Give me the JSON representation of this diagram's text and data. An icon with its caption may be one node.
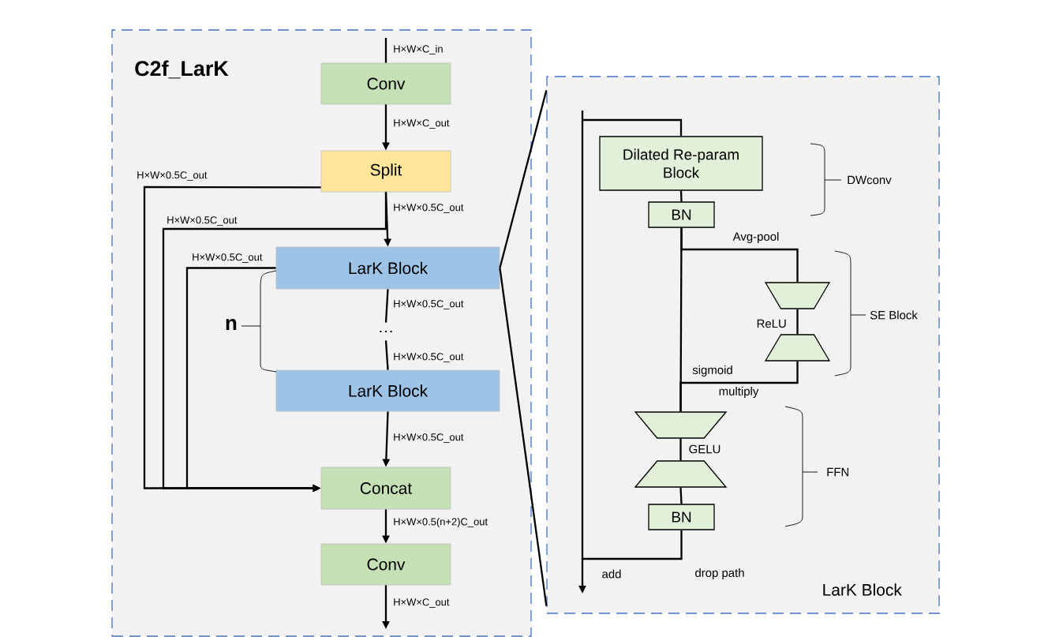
{
  "diagram": {
    "nodes": [
      {
        "text": [
          "C2f_LarK"
        ]
      },
      {
        "text": [
          "Conv"
        ],
        "in": 0
      },
      {
        "text": [
          "Split"
        ],
        "in": 0
      },
      {
        "text": [
          "LarK Block"
        ],
        "in": 0
      },
      {
        "text": [
          "…"
        ],
        "in": 0
      },
      {
        "text": [
          "LarK Block"
        ],
        "in": 0
      },
      {
        "text": [
          "Concat"
        ],
        "in": 0
      },
      {
        "text": [
          "Conv"
        ],
        "in": 0
      },
      {
        "text": [
          "LarK Block"
        ]
      },
      {
        "text": [
          "Dilated Re-param Block"
        ],
        "in": 8
      },
      {
        "text": [
          "BN"
        ],
        "in": 8
      },
      {
        "text": [],
        "shape": "trapezoid",
        "in": 8
      },
      {
        "text": [],
        "shape": "trapezoid",
        "in": 8
      },
      {
        "text": [],
        "shape": "trapezoid",
        "in": 8
      },
      {
        "text": [],
        "shape": "trapezoid",
        "in": 8
      },
      {
        "text": [
          "BN"
        ],
        "in": 8
      }
    ],
    "edges": [
      {
        "from": null,
        "to": 1,
        "arrow": "none",
        "label": "H×W×C_in"
      },
      {
        "from": 1,
        "to": 2,
        "arrow": "to",
        "label": "H×W×C_out"
      },
      {
        "from": 2,
        "to": 3,
        "arrow": "to",
        "label": "H×W×0.5C_out"
      },
      {
        "from": 2,
        "to": 6,
        "arrow": "to",
        "label": "H×W×0.5C_out"
      },
      {
        "from": 2,
        "to": 6,
        "arrow": "to",
        "label": "H×W×0.5C_out"
      },
      {
        "from": 3,
        "to": 6,
        "arrow": "to",
        "label": "H×W×0.5C_out"
      },
      {
        "from": 3,
        "to": 4,
        "arrow": "none",
        "label": "H×W×0.5C_out"
      },
      {
        "from": 4,
        "to": 5,
        "arrow": "none",
        "label": "H×W×0.5C_out"
      },
      {
        "from": 5,
        "to": 6,
        "arrow": "to",
        "label": "H×W×0.5C_out"
      },
      {
        "from": 6,
        "to": 7,
        "arrow": "to",
        "label": "H×W×0.5(n+2)C_out"
      },
      {
        "from": 7,
        "to": null,
        "arrow": "to",
        "label": "H×W×C_out"
      },
      {
        "from": 3,
        "to": 8,
        "arrow": "none"
      },
      {
        "from": 3,
        "to": 8,
        "arrow": "none"
      },
      {
        "from": null,
        "to": 9,
        "arrow": "none"
      },
      {
        "from": 9,
        "to": 10,
        "arrow": "none"
      },
      {
        "from": 10,
        "to": 11,
        "arrow": "none",
        "label": "Avg-pool"
      },
      {
        "from": 11,
        "to": 12,
        "arrow": "none",
        "label": "ReLU"
      },
      {
        "from": 12,
        "to": 13,
        "arrow": "none",
        "label": "sigmoid"
      },
      {
        "from": 10,
        "to": 13,
        "arrow": "none"
      },
      {
        "from": 13,
        "to": 14,
        "arrow": "none",
        "label": "GELU"
      },
      {
        "from": 14,
        "to": 15,
        "arrow": "none"
      },
      {
        "from": 15,
        "to": null,
        "arrow": "to",
        "label": "drop path"
      }
    ],
    "labels": [
      "n",
      "DWconv",
      "SE Block",
      "multiply",
      "FFN",
      "add"
    ]
  }
}
